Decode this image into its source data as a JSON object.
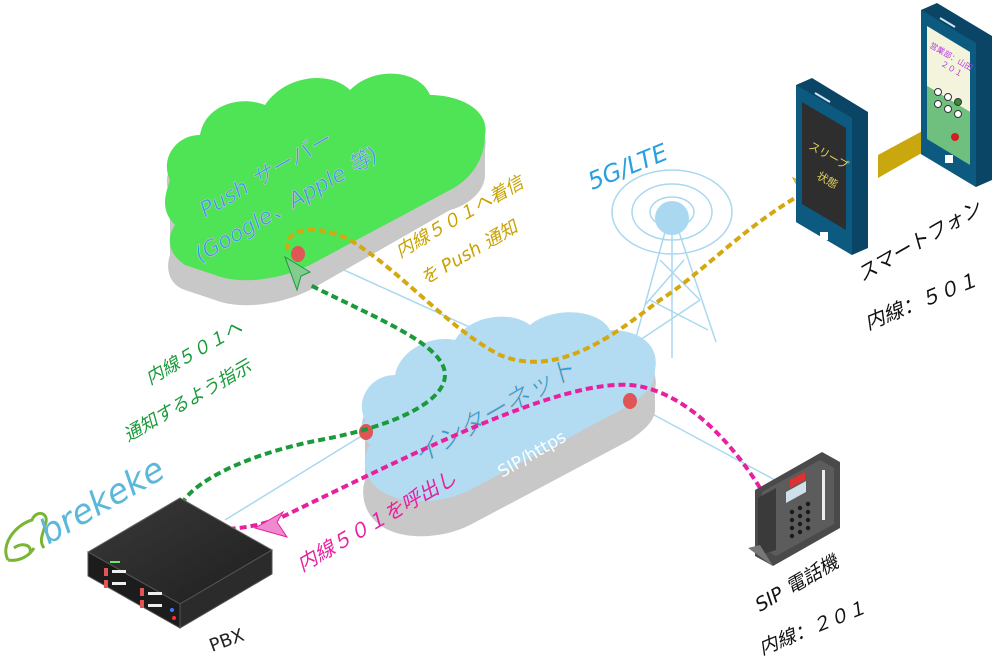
{
  "title": "Brekeke PBX Push notification call flow",
  "colors": {
    "push_cloud": "#4fe356",
    "internet_cloud": "#b3dcf2",
    "cloud_side": "#c8c8c8",
    "link_line": "#a9d8f0",
    "push_flow": "#d4a80e",
    "instruct_flow": "#1a9a3a",
    "call_flow": "#e6219f",
    "tower": "#a9d8f0",
    "phone_body": "#0d5a80",
    "brekeke_blue": "#5bb8d9",
    "brekeke_frog": "#7ab536",
    "dot_red": "#e05555"
  },
  "nodes": {
    "push_server": {
      "line1": "Push サーバー",
      "line2": "(Google、Apple 等)"
    },
    "internet": {
      "label": "インターネット",
      "protocol": "SIP/https"
    },
    "network": {
      "label": "5G/LTE"
    },
    "smartphone": {
      "line1": "スマートフォン",
      "line2": "内線：５０１",
      "sleep_line1": "スリープ",
      "sleep_line2": "状態",
      "caller_name": "営業部：山田",
      "caller_ext": "２０１"
    },
    "sip_phone": {
      "line1": "SIP 電話機",
      "line2": "内線：２０１"
    },
    "pbx": {
      "label": "PBX",
      "logo": "brekeke"
    }
  },
  "flows": {
    "call": "内線５０１を呼出し",
    "instruct_line1": "内線５０１へ",
    "instruct_line2": "通知するよう指示",
    "push_line1": "内線５０１へ着信",
    "push_line2": "を Push 通知"
  }
}
